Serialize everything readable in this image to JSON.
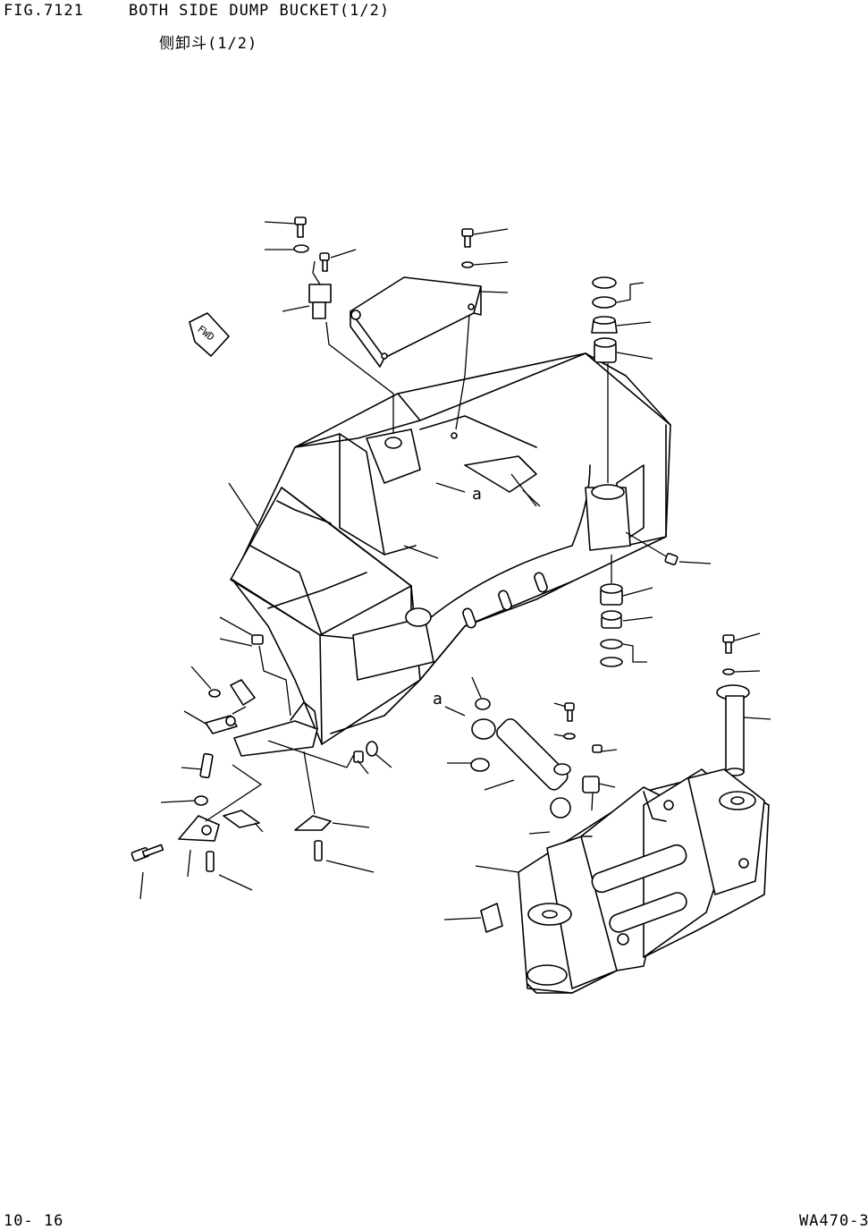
{
  "header": {
    "fig_number": "FIG.7121",
    "title": "BOTH SIDE DUMP BUCKET(1/2)",
    "subtitle_cn": "侧卸斗(1/2)"
  },
  "footer": {
    "page_number": "10- 16",
    "model": "WA470-3"
  },
  "diagram": {
    "fwd_marker": "FWD",
    "ref_label_upper": "a",
    "ref_label_lower": "a"
  }
}
